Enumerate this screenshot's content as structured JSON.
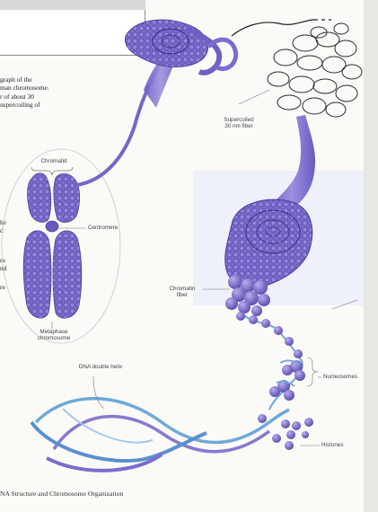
{
  "caption": {
    "lines": [
      "graph of the",
      "man chromosome.",
      "r of about 30",
      "supercoiling of"
    ]
  },
  "left_fragments": [
    "he",
    "d",
    "es",
    "nd",
    "re"
  ],
  "labels": {
    "chromatid": "Chromatid",
    "centromere": "Centromere",
    "metaphase_1": "Metaphase",
    "metaphase_2": "chromosome",
    "supercoiled_1": "Supercoiled",
    "supercoiled_2": "30 nm fiber",
    "chromatin_1": "Chromatin",
    "chromatin_2": "fiber",
    "dna_helix": "DNA double helix",
    "nucleosomes": "Nucleosomes",
    "histones": "Histones"
  },
  "footer": "NA Structure and Chromosome Organization",
  "colors": {
    "chromatin": "#7d6fcf",
    "chromatin_dark": "#5a4aa8",
    "chromatin_light": "#a89be6",
    "dna_blue": "#6fa8d8",
    "dna_purple": "#8878d0"
  }
}
